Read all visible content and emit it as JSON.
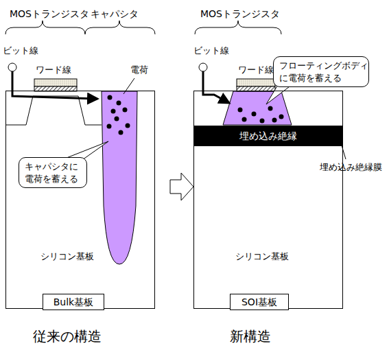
{
  "diagram": {
    "nodes": [
      {
        "text": [
          "シリコン基板"
        ]
      },
      {
        "text": [
          "キャパシタに 電荷を蓄える"
        ],
        "in": 0
      },
      {
        "text": [
          "Bulk基板"
        ]
      },
      {
        "text": [
          "シリコン基板"
        ]
      },
      {
        "text": [
          "埋め込み絶縁"
        ],
        "in": 3
      },
      {
        "text": [
          "フローティングボディ に電荷を蓄える"
        ]
      },
      {
        "text": [
          "SOI基板"
        ]
      }
    ],
    "labels": [
      "MOSトランジスタ",
      "キャパシタ",
      "MOSトランジスタ",
      "ビット線",
      "ワード線",
      "電荷",
      "ビット線",
      "ワード線",
      "埋め込み絶縁膜",
      "従来の構造",
      "新構造"
    ]
  }
}
